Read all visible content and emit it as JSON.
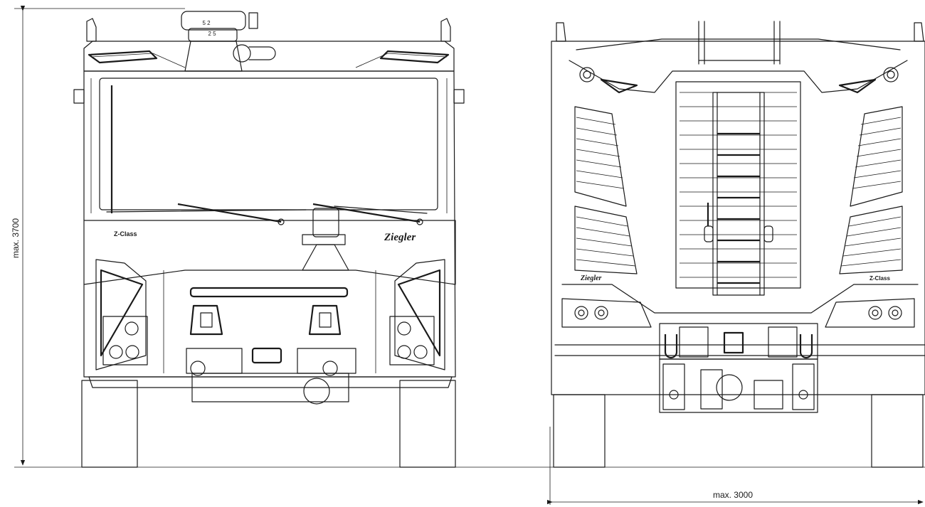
{
  "dimensions": {
    "height_label": "max. 3700",
    "width_label": "max. 3000"
  },
  "front_view": {
    "model_badge": "Z-Class",
    "brand_badge": "Ziegler"
  },
  "rear_view": {
    "brand_badge": "Ziegler",
    "model_badge": "Z-Class"
  }
}
